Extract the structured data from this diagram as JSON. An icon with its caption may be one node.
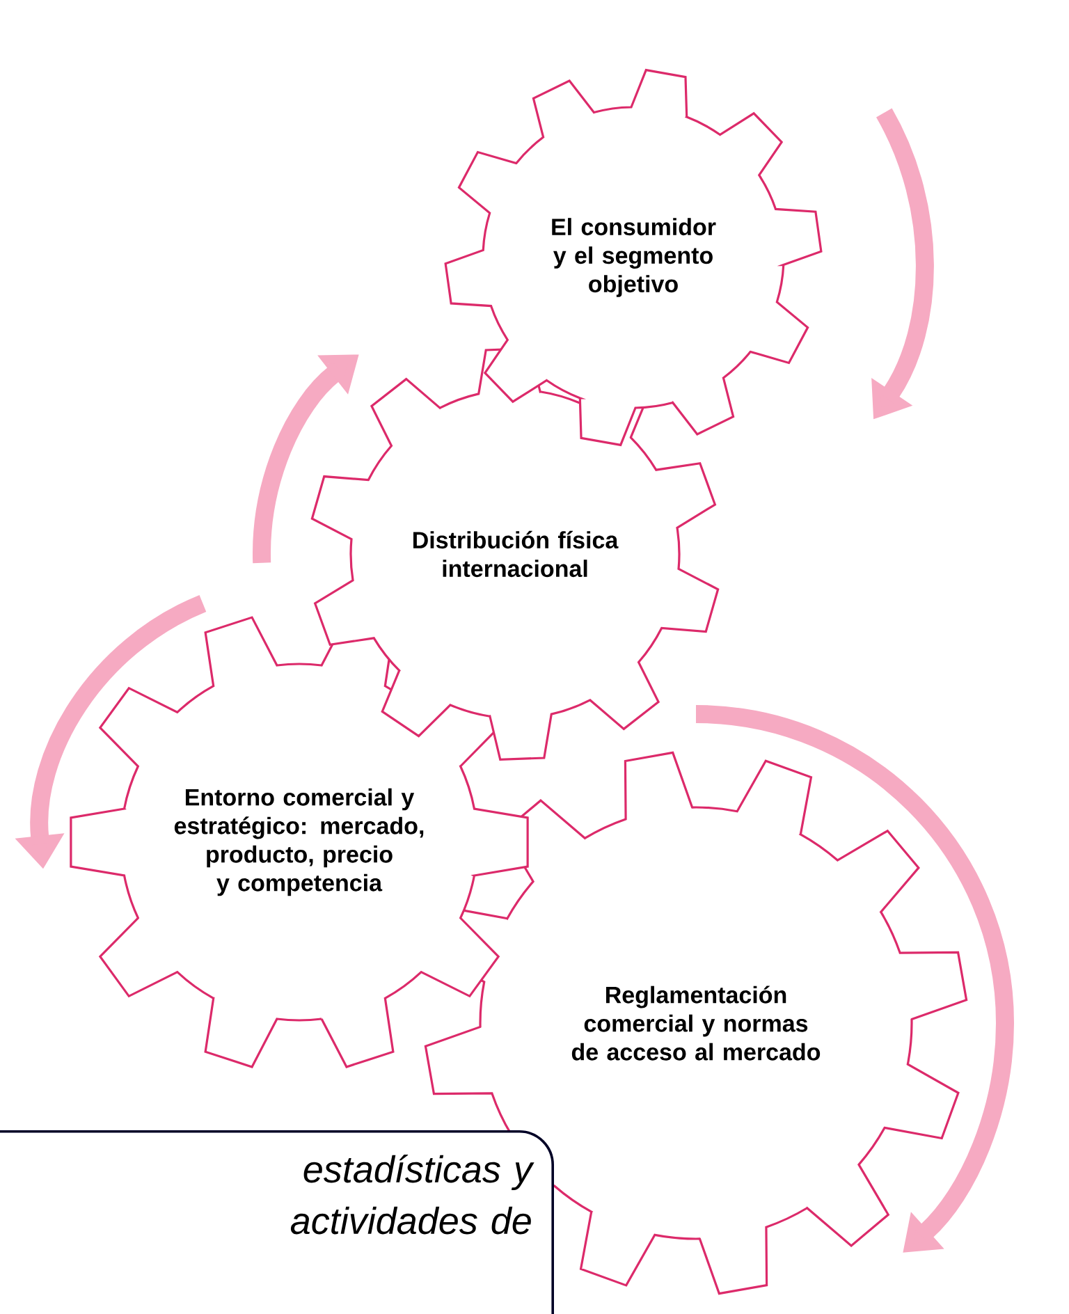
{
  "diagram": {
    "nodes": [
      {
        "text": [
          "El consumidor y el segmento objetivo"
        ]
      },
      {
        "text": [
          "Distribución física internacional"
        ]
      },
      {
        "text": [
          "Entorno comercial y estratégico: mercado, producto, precio y competencia"
        ]
      },
      {
        "text": [
          "Reglamentación comercial y normas de acceso al mercado"
        ]
      },
      {
        "text": [
          "estadísticas y actividades de"
        ]
      }
    ]
  }
}
